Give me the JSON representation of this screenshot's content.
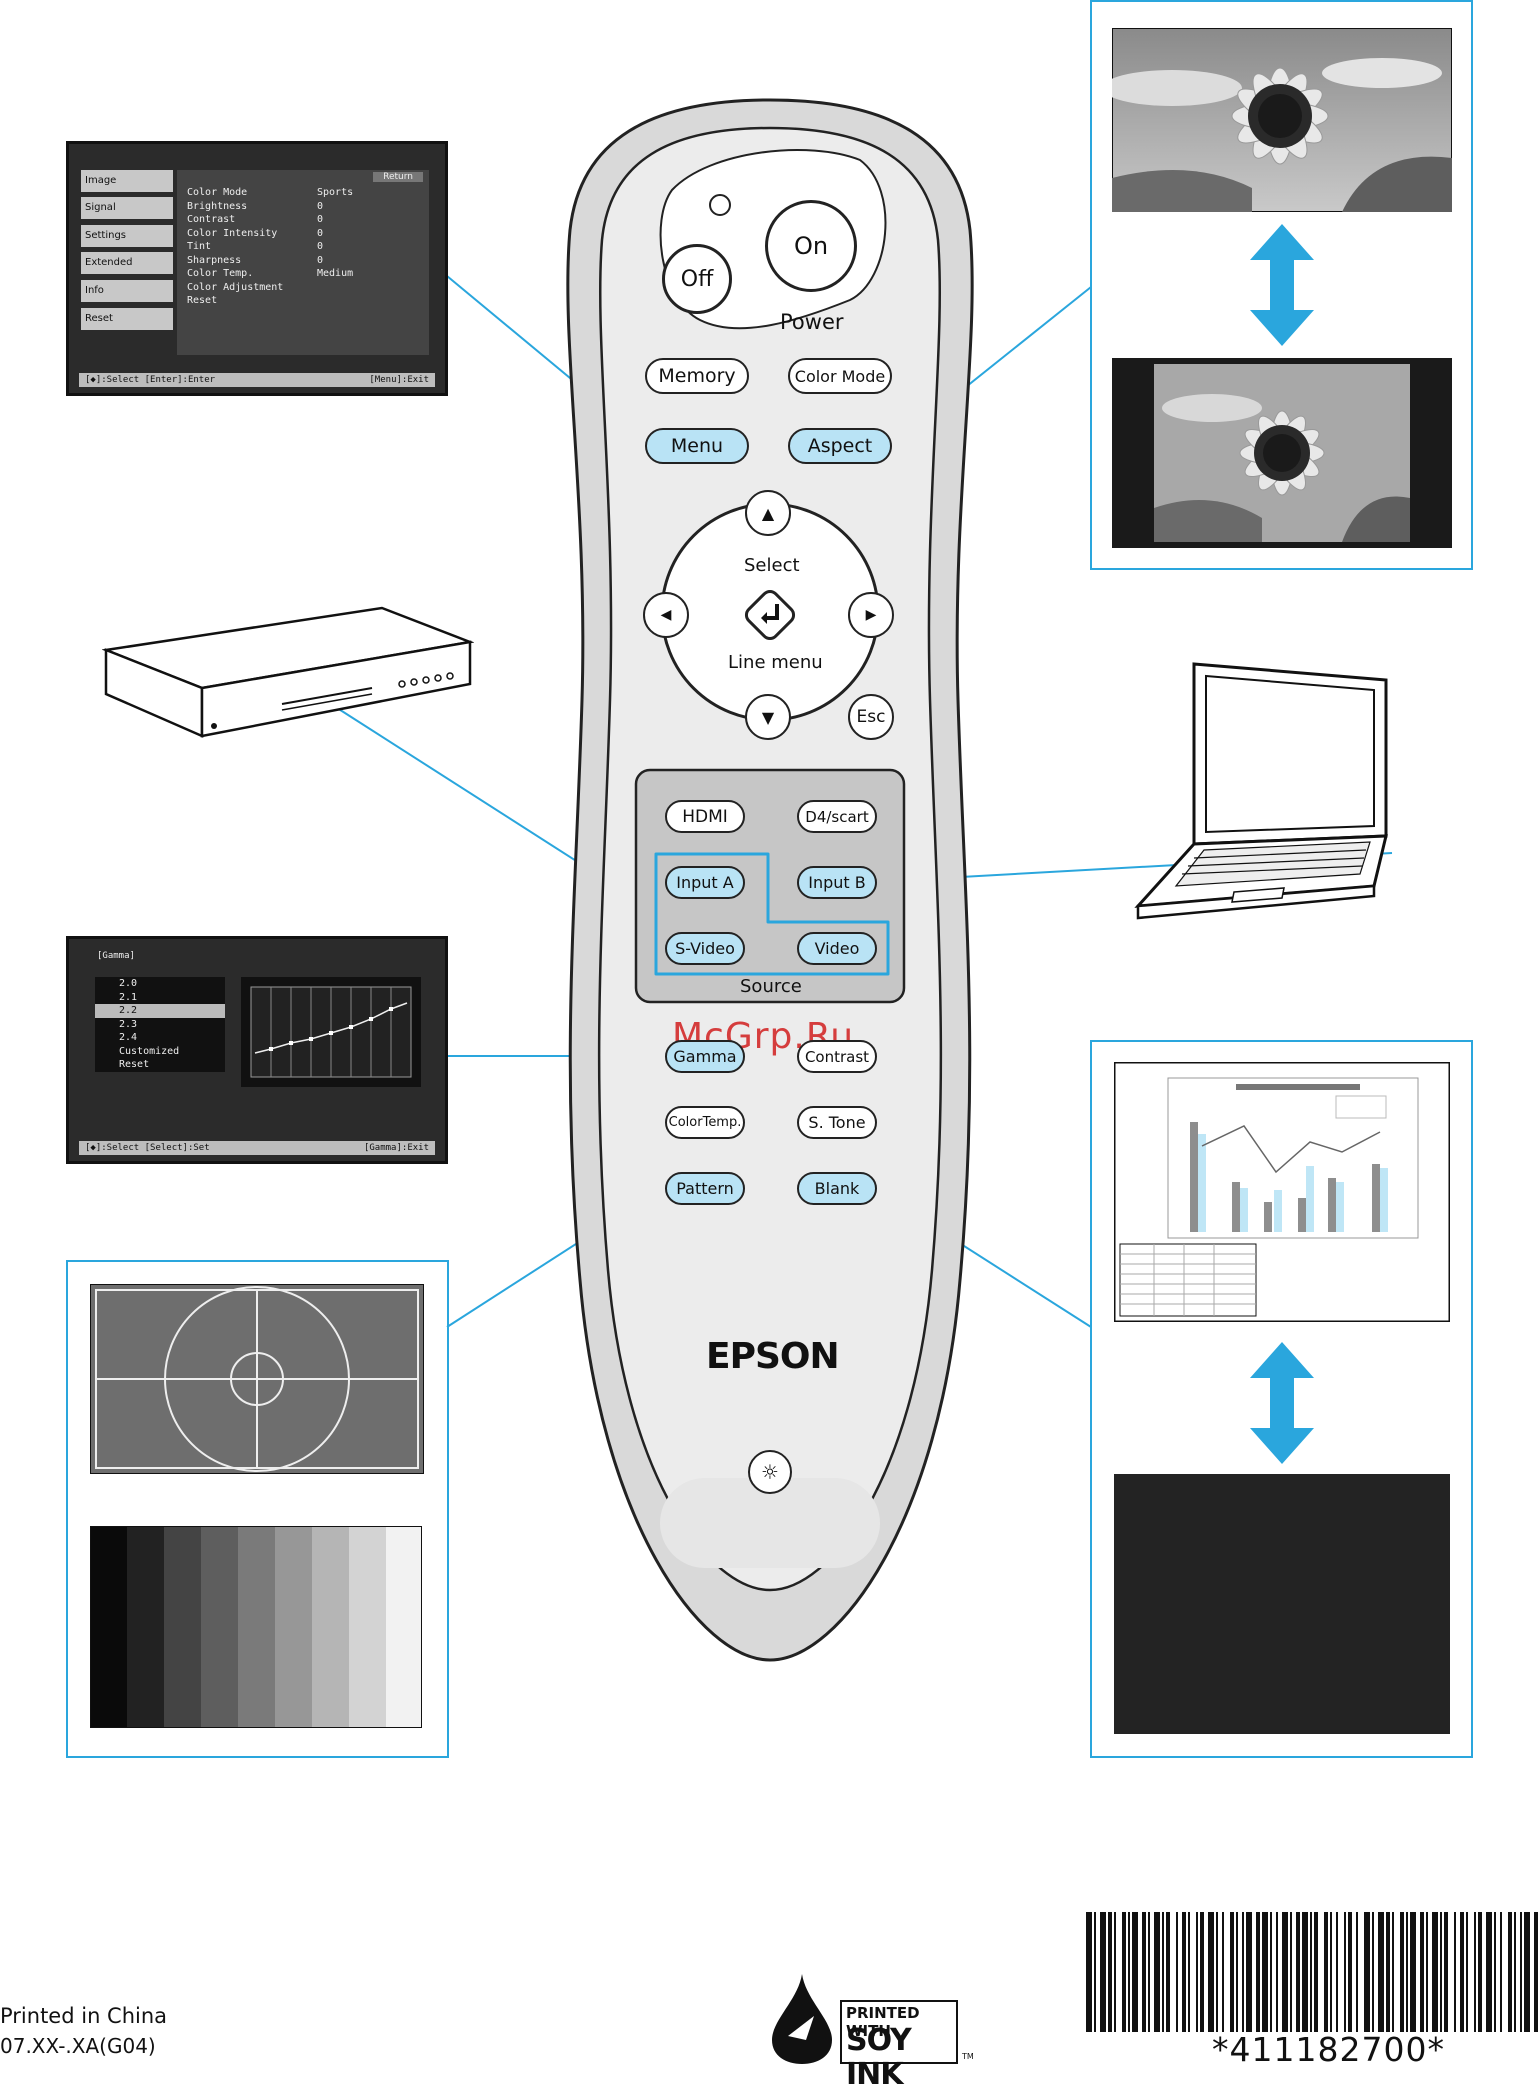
{
  "colors": {
    "accent_blue": "#2aa6dd",
    "button_blue": "#b9e3f5",
    "remote_body": "#dcdcdc"
  },
  "image_menu": {
    "tabs": [
      "Image",
      "Signal",
      "Settings",
      "Extended",
      "Info",
      "Reset"
    ],
    "return_label": "Return",
    "rows": [
      {
        "label": "Color Mode",
        "value": "Sports"
      },
      {
        "label": "Brightness",
        "value": "0"
      },
      {
        "label": "Contrast",
        "value": "0"
      },
      {
        "label": "Color Intensity",
        "value": "0"
      },
      {
        "label": "Tint",
        "value": "0"
      },
      {
        "label": "Sharpness",
        "value": "0"
      },
      {
        "label": "Color Temp.",
        "value": "Medium"
      },
      {
        "label": "Color Adjustment",
        "value": ""
      },
      {
        "label": "Reset",
        "value": ""
      }
    ],
    "footer_left": "[◆]:Select [Enter]:Enter",
    "footer_right": "[Menu]:Exit"
  },
  "gamma_menu": {
    "title": "[Gamma]",
    "options": [
      "2.0",
      "2.1",
      "2.2",
      "2.3",
      "2.4",
      "Customized",
      "Reset"
    ],
    "selected_index": 2,
    "footer_left": "[◆]:Select [Select]:Set",
    "footer_right": "[Gamma]:Exit"
  },
  "remote": {
    "power": {
      "on": "On",
      "off": "Off",
      "label": "Power"
    },
    "memory": "Memory",
    "color_mode": "Color Mode",
    "menu": "Menu",
    "aspect": "Aspect",
    "select": "Select",
    "line_menu": "Line menu",
    "esc": "Esc",
    "source": {
      "hdmi": "HDMI",
      "d4": "D4/scart",
      "input_a": "Input A",
      "input_b": "Input B",
      "svideo": "S-Video",
      "video": "Video",
      "label": "Source"
    },
    "gamma": "Gamma",
    "contrast": "Contrast",
    "color_temp": "ColorTemp.",
    "s_tone": "S. Tone",
    "pattern": "Pattern",
    "blank": "Blank",
    "brand": "EPSON"
  },
  "watermark": "McGrp.Ru",
  "footer": {
    "printed": "Printed in China",
    "code": "07.XX-.XA(G04)",
    "soy_line1": "PRINTED WITH",
    "soy_line2": "SOY INK",
    "tm": "TM",
    "barcode": "*411182700*"
  }
}
